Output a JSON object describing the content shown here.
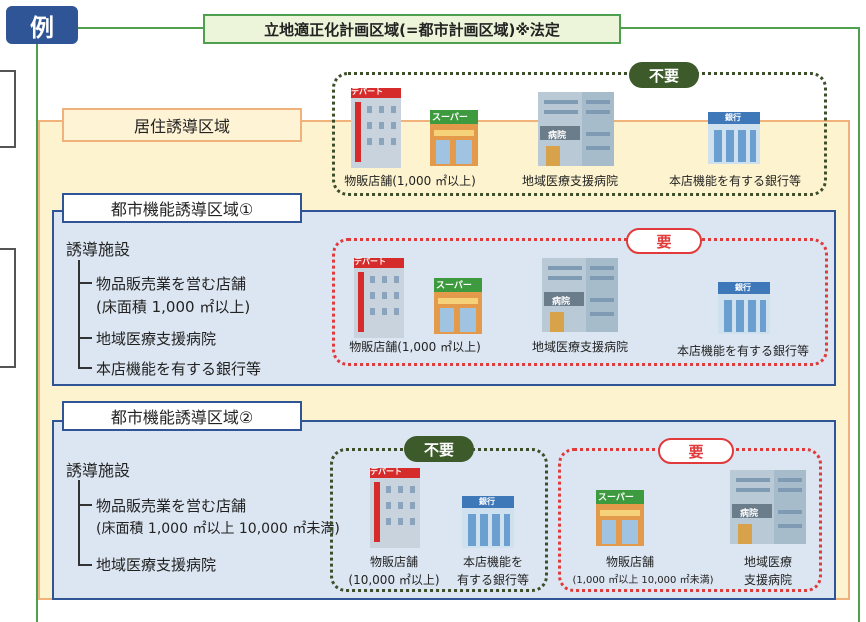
{
  "badge": "例",
  "title": "立地適正化計画区域(=都市計画区域)※法定",
  "residential": {
    "label": "居住誘導区域",
    "box_badge": "不要",
    "captions": [
      "物販店舗(1,000 ㎡以上)",
      "地域医療支援病院",
      "本店機能を有する銀行等"
    ]
  },
  "zone1": {
    "label": "都市機能誘導区域①",
    "facility_title": "誘導施設",
    "items": [
      "物品販売業を営む店舗",
      "(床面積 1,000 ㎡以上)",
      "地域医療支援病院",
      "本店機能を有する銀行等"
    ],
    "box_badge": "要",
    "captions": [
      "物販店舗(1,000 ㎡以上)",
      "地域医療支援病院",
      "本店機能を有する銀行等"
    ]
  },
  "zone2": {
    "label": "都市機能誘導区域②",
    "facility_title": "誘導施設",
    "items": [
      "物品販売業を営む店舗",
      "(床面積 1,000 ㎡以上 10,000 ㎡未満)",
      "地域医療支援病院"
    ],
    "left_badge": "不要",
    "left_captions": [
      "物販店舗",
      "(10,000 ㎡以上)",
      "本店機能を",
      "有する銀行等"
    ],
    "right_badge": "要",
    "right_captions": [
      "物販店舗",
      "(1,000 ㎡以上 10,000 ㎡未満)",
      "地域医療",
      "支援病院"
    ]
  },
  "icons": {
    "depart": "デパート",
    "super": "スーパー",
    "hospital": "病院",
    "bank": "銀行"
  },
  "colors": {
    "green": "#4ea04e",
    "navy": "#2f5597",
    "red": "#e03a3a",
    "dark_green": "#3d5a2a",
    "orange": "#f0b27a"
  }
}
